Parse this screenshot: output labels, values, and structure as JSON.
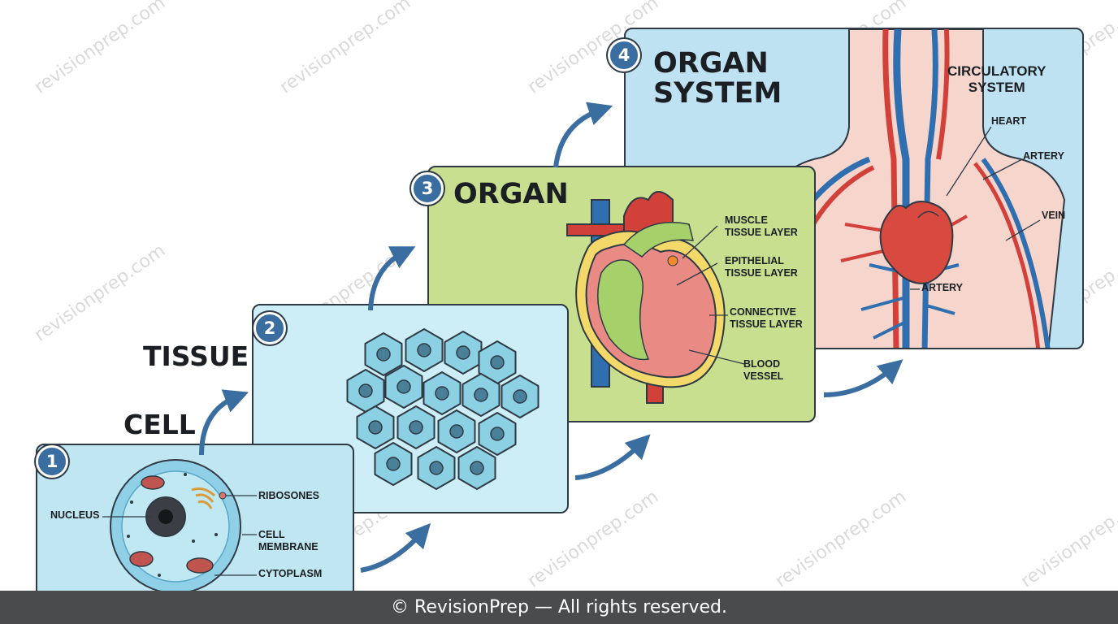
{
  "stages": {
    "cell": {
      "number": "1",
      "title": "CELL",
      "labels": {
        "nucleus": "NUCLEUS",
        "ribosomes": "RIBOSONES",
        "membrane": "CELL\nMEMBRANE",
        "cytoplasm": "CYTOPLASM"
      }
    },
    "tissue": {
      "number": "2",
      "title": "TISSUE"
    },
    "organ": {
      "number": "3",
      "title": "ORGAN",
      "labels": {
        "muscle": "MUSCLE\nTISSUE LAYER",
        "epithelial": "EPITHELIAL\nTISSUE LAYER",
        "connective": "CONNECTIVE\nTISSUE LAYER",
        "vessel": "BLOOD\nVESSEL"
      }
    },
    "organ_system": {
      "number": "4",
      "title": "ORGAN\nSYSTEM",
      "labels": {
        "system_name": "CIRCULATORY\nSYSTEM",
        "heart": "HEART",
        "artery_top": "ARTERY",
        "vein": "VEIN",
        "artery_bottom": "ARTERY"
      }
    }
  },
  "watermark": "revisionprep.com",
  "footer": "© RevisionPrep — All rights reserved.",
  "colors": {
    "badge": "#3a6da0",
    "arrow": "#3a6da0",
    "cell_panel": "#bfe6f1",
    "tissue_panel": "#cdeef6",
    "organ_panel": "#c7df8f",
    "system_panel": "#bfe2f2"
  }
}
